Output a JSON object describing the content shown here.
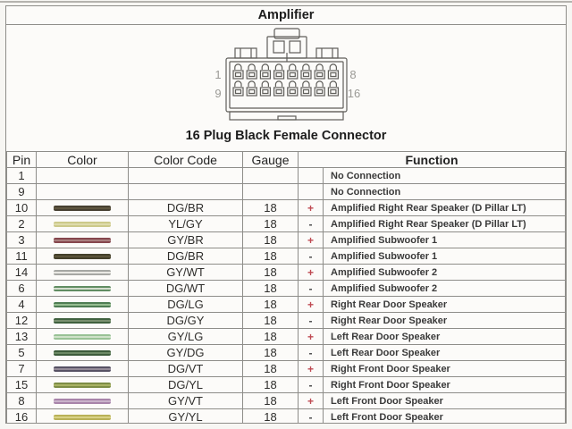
{
  "title": "Amplifier",
  "connector": {
    "caption": "16 Plug Black Female Connector",
    "pin_labels": {
      "top_left": "1",
      "top_right": "8",
      "bottom_left": "9",
      "bottom_right": "16"
    }
  },
  "table": {
    "headers": {
      "pin": "Pin",
      "color": "Color",
      "color_code": "Color Code",
      "gauge": "Gauge",
      "function": "Function"
    },
    "rows": [
      {
        "pin": "1",
        "swatch": null,
        "color_code": "",
        "gauge": "",
        "polarity": "",
        "function": "No Connection"
      },
      {
        "pin": "9",
        "swatch": null,
        "color_code": "",
        "gauge": "",
        "polarity": "",
        "function": "No Connection"
      },
      {
        "pin": "10",
        "swatch": {
          "c1": "#474031",
          "c2": "#5e553f"
        },
        "color_code": "DG/BR",
        "gauge": "18",
        "polarity": "+",
        "function": "Amplified Right Rear Speaker (D Pillar LT)"
      },
      {
        "pin": "2",
        "swatch": {
          "c1": "#ccc98a",
          "c2": "#dedbab"
        },
        "color_code": "YL/GY",
        "gauge": "18",
        "polarity": "-",
        "function": "Amplified Right Rear Speaker (D Pillar LT)"
      },
      {
        "pin": "3",
        "swatch": {
          "c1": "#86474e",
          "c2": "#a97e7e"
        },
        "color_code": "GY/BR",
        "gauge": "18",
        "polarity": "+",
        "function": "Amplified Subwoofer 1"
      },
      {
        "pin": "11",
        "swatch": {
          "c1": "#44402b",
          "c2": "#5a5339"
        },
        "color_code": "DG/BR",
        "gauge": "18",
        "polarity": "-",
        "function": "Amplified Subwoofer 1"
      },
      {
        "pin": "14",
        "swatch": {
          "c1": "#a6a7a3",
          "c2": "#e9e8e3"
        },
        "color_code": "GY/WT",
        "gauge": "18",
        "polarity": "+",
        "function": "Amplified Subwoofer 2"
      },
      {
        "pin": "6",
        "swatch": {
          "c1": "#618d62",
          "c2": "#d3ddcd"
        },
        "color_code": "DG/WT",
        "gauge": "18",
        "polarity": "-",
        "function": "Amplified Subwoofer 2"
      },
      {
        "pin": "4",
        "swatch": {
          "c1": "#4e7d53",
          "c2": "#95bd90"
        },
        "color_code": "DG/LG",
        "gauge": "18",
        "polarity": "+",
        "function": "Right Rear Door Speaker"
      },
      {
        "pin": "12",
        "swatch": {
          "c1": "#40613f",
          "c2": "#79906f"
        },
        "color_code": "DG/GY",
        "gauge": "18",
        "polarity": "-",
        "function": "Right Rear Door Speaker"
      },
      {
        "pin": "13",
        "swatch": {
          "c1": "#99c296",
          "c2": "#cfe2c9"
        },
        "color_code": "GY/LG",
        "gauge": "18",
        "polarity": "+",
        "function": "Left Rear Door Speaker"
      },
      {
        "pin": "5",
        "swatch": {
          "c1": "#3d5c3b",
          "c2": "#6d8a66"
        },
        "color_code": "GY/DG",
        "gauge": "18",
        "polarity": "-",
        "function": "Left Rear Door Speaker"
      },
      {
        "pin": "7",
        "swatch": {
          "c1": "#575264",
          "c2": "#948a97"
        },
        "color_code": "DG/VT",
        "gauge": "18",
        "polarity": "+",
        "function": "Right Front Door Speaker"
      },
      {
        "pin": "15",
        "swatch": {
          "c1": "#7d8d46",
          "c2": "#a9b264"
        },
        "color_code": "DG/YL",
        "gauge": "18",
        "polarity": "-",
        "function": "Right Front Door Speaker"
      },
      {
        "pin": "8",
        "swatch": {
          "c1": "#a884aa",
          "c2": "#c9b2ca"
        },
        "color_code": "GY/VT",
        "gauge": "18",
        "polarity": "+",
        "function": "Left Front Door Speaker"
      },
      {
        "pin": "16",
        "swatch": {
          "c1": "#b9b157",
          "c2": "#d8d186"
        },
        "color_code": "GY/YL",
        "gauge": "18",
        "polarity": "-",
        "function": "Left Front Door Speaker"
      }
    ]
  },
  "colors": {
    "positive": "#bf4a52",
    "negative": "#474747",
    "grid_border": "#8e8d89",
    "pin_label_gray": "#9b9a96"
  }
}
